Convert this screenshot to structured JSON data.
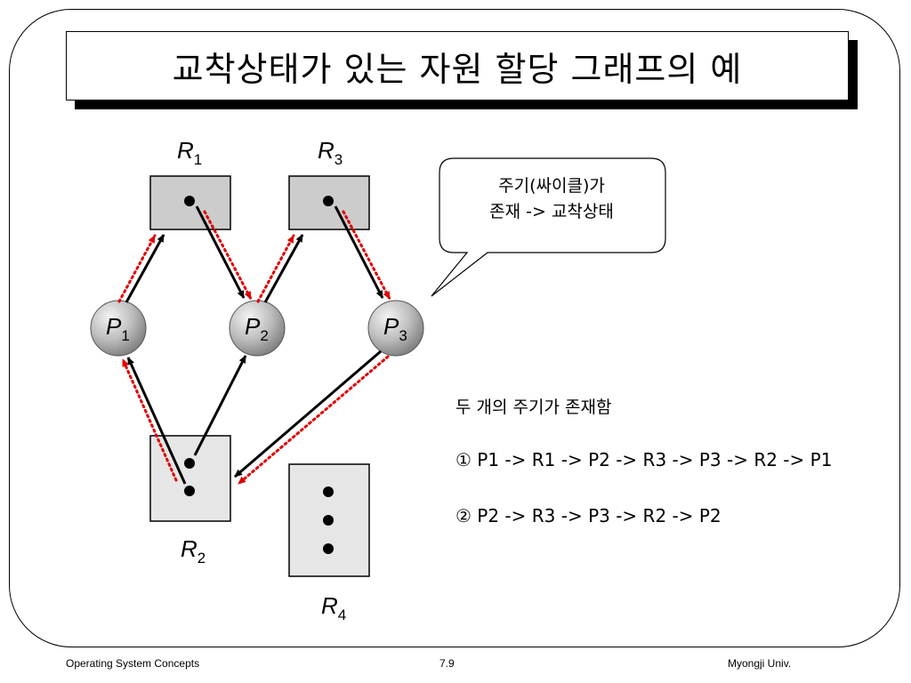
{
  "title": "교착상태가 있는 자원 할당 그래프의 예",
  "resources": [
    {
      "id": "R1",
      "base": "R",
      "sub": "1",
      "dots": 1
    },
    {
      "id": "R2",
      "base": "R",
      "sub": "2",
      "dots": 2
    },
    {
      "id": "R3",
      "base": "R",
      "sub": "3",
      "dots": 1
    },
    {
      "id": "R4",
      "base": "R",
      "sub": "4",
      "dots": 3
    }
  ],
  "processes": [
    {
      "id": "P1",
      "base": "P",
      "sub": "1"
    },
    {
      "id": "P2",
      "base": "P",
      "sub": "2"
    },
    {
      "id": "P3",
      "base": "P",
      "sub": "3"
    }
  ],
  "callout": {
    "line1": "주기(싸이클)가",
    "line2": "존재 -> 교착상태"
  },
  "description": {
    "heading": "두 개의 주기가 존재함",
    "cycle1": "① P1 -> R1 -> P2 -> R3 -> P3 -> R2 -> P1",
    "cycle2": "② P2 -> R3 -> P3 -> R2 -> P2"
  },
  "footer": {
    "left": "Operating System Concepts",
    "center": "7.9",
    "right": "Myongji Univ."
  },
  "colors": {
    "resource_dark": "#cccccc",
    "resource_light": "#e6e6e6",
    "edge": "#000000",
    "cycle_highlight": "#e00000"
  }
}
